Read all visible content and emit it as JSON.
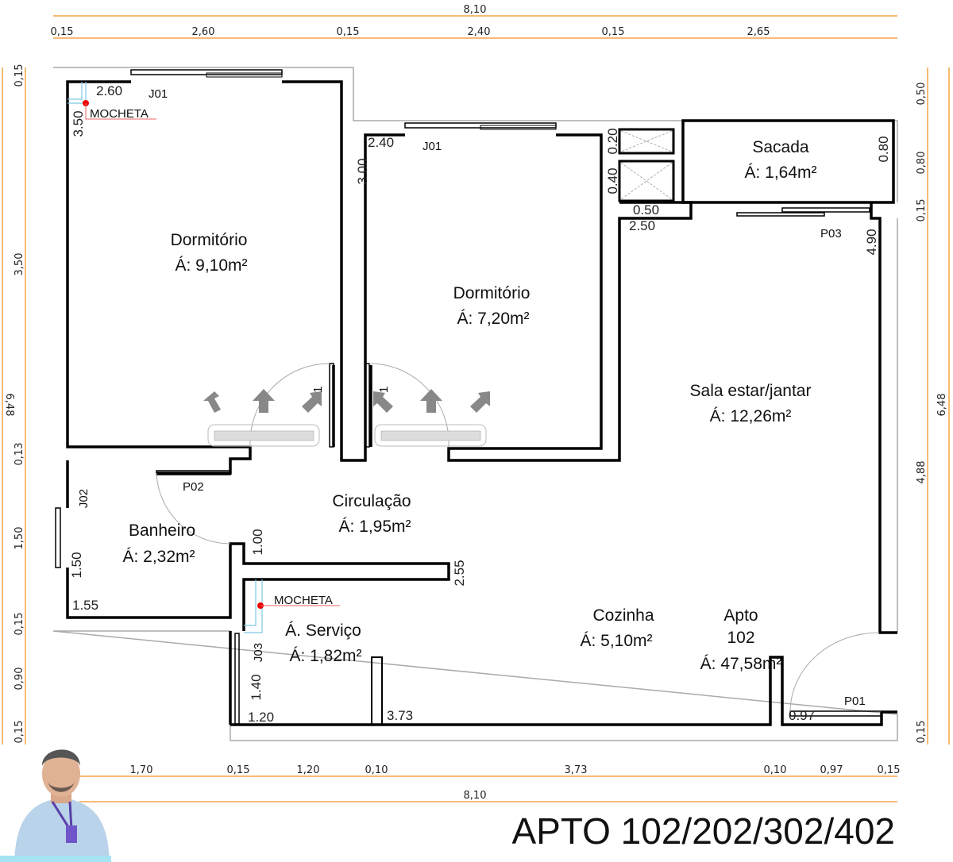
{
  "title": "APTO 102/202/302/402",
  "colors": {
    "dimension_line": "#f5a446",
    "wall": "#000000",
    "mocheta_marker": "#e00000",
    "mocheta_outline": "#7ec8e3"
  },
  "dimensions": {
    "top_total": "8,10",
    "top": [
      "0,15",
      "2,60",
      "0,15",
      "2,40",
      "0,15",
      "2,65"
    ],
    "bottom": [
      "1,70",
      "0,15",
      "1,20",
      "0,10",
      "3,73",
      "0,10",
      "0,97",
      "0,15"
    ],
    "bottom_total": "8,10",
    "left_total": "6,48",
    "left": [
      "0,15",
      "3,50",
      "0,13",
      "1,50",
      "0,15",
      "0,90",
      "0,15"
    ],
    "right_total": "6,48",
    "right": [
      "0,50",
      "0,80",
      "0,15",
      "4,88",
      "0,15"
    ]
  },
  "rooms": [
    {
      "name": "Dormitório",
      "area": "Á: 9,10m²"
    },
    {
      "name": "Dormitório",
      "area": "Á: 7,20m²"
    },
    {
      "name": "Sacada",
      "area": "Á: 1,64m²"
    },
    {
      "name": "Sala estar/jantar",
      "area": "Á: 12,26m²"
    },
    {
      "name": "Circulação",
      "area": "Á: 1,95m²"
    },
    {
      "name": "Banheiro",
      "area": "Á: 2,32m²"
    },
    {
      "name": "Á. Serviço",
      "area": "Á: 1,82m²"
    },
    {
      "name": "Cozinha",
      "area": "Á: 5,10m²"
    }
  ],
  "apartment": {
    "line1": "Apto",
    "line2": "102",
    "area": "Á: 47,58m²"
  },
  "openings": {
    "j01a": "J01",
    "j01b": "J01",
    "j02": "J02",
    "j03": "J03",
    "p01": "P01",
    "p02": "P02",
    "p03": "P03",
    "door_a": "1",
    "door_b": "1"
  },
  "mocheta": "MOCHETA",
  "measures": {
    "d1_w": "2.60",
    "d1_h": "3.50",
    "d2_w": "2.40",
    "d2_h": "3.00",
    "shaft1": "0.20",
    "shaft2": "0.40",
    "m050": "0.50",
    "m250": "2.50",
    "sacada_d": "0.80",
    "sala_h": "4.90",
    "circ_h": "1.00",
    "circ_w": "2.55",
    "ban_h": "1.50",
    "ban_w": "1.55",
    "serv_h": "1.40",
    "serv_w": "1.20",
    "coz_w": "3.73",
    "p01_w": "0.97"
  }
}
